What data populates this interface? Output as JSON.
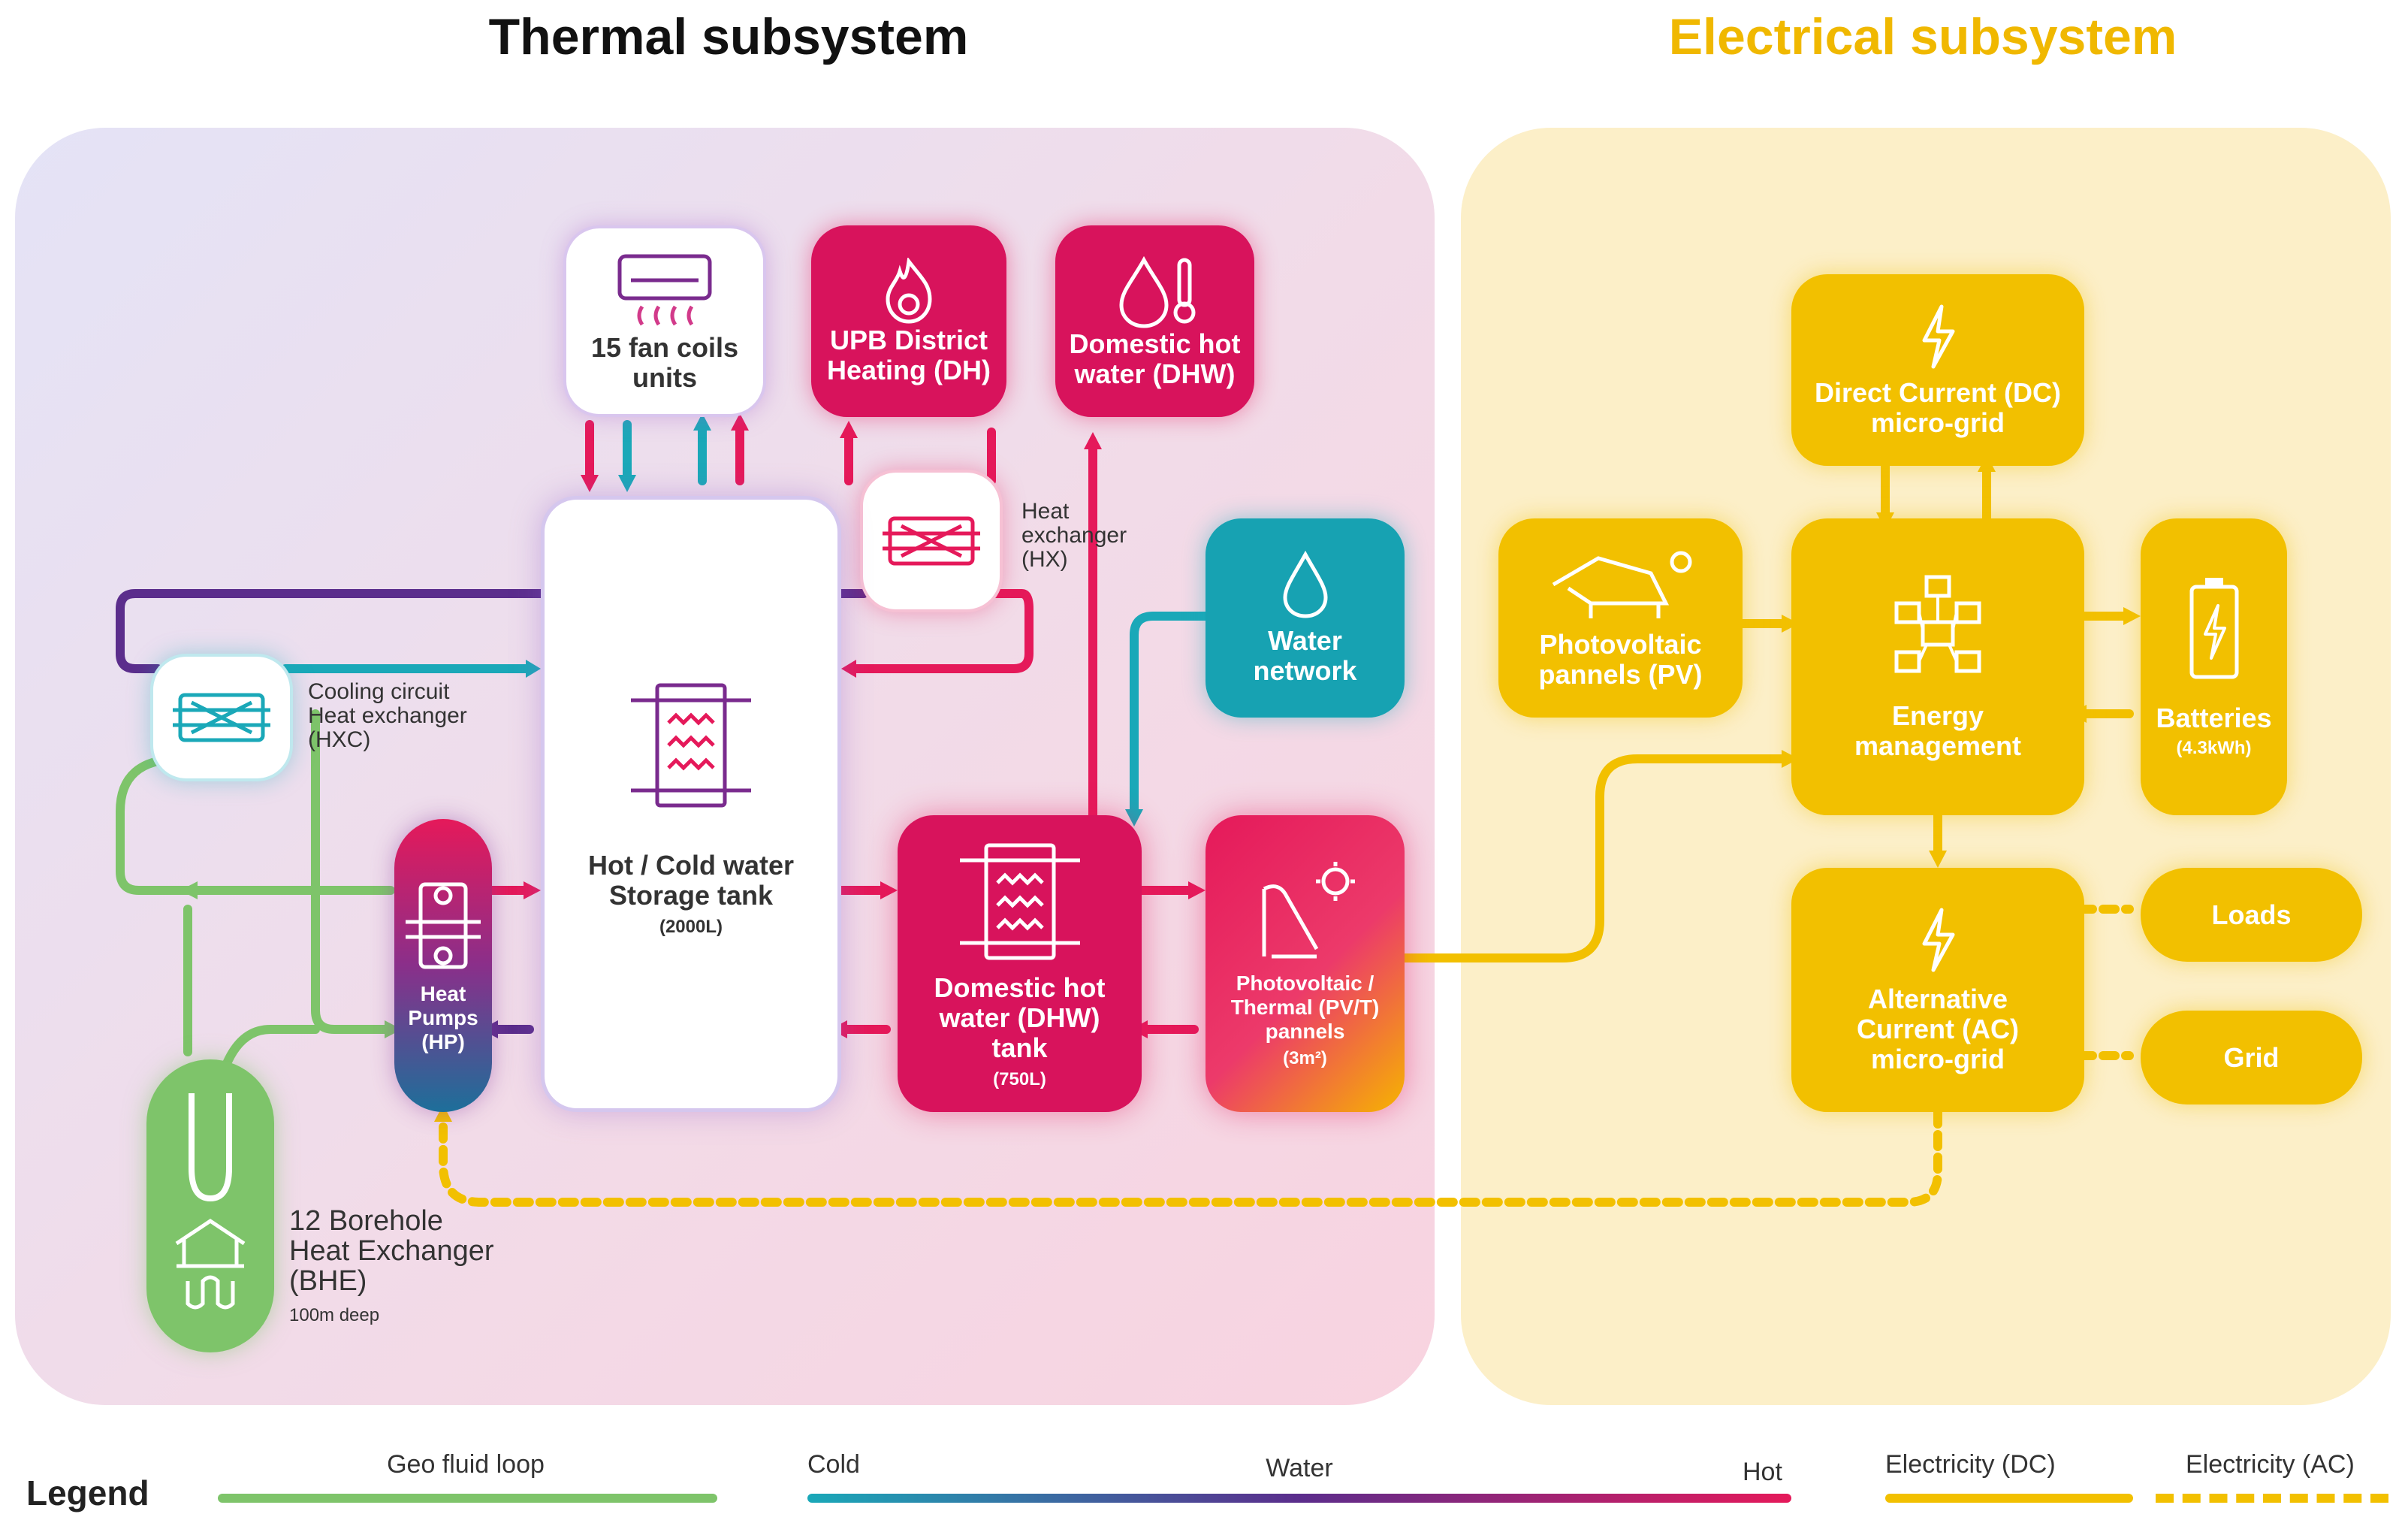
{
  "titles": {
    "thermal": "Thermal subsystem",
    "electrical": "Electrical subsystem"
  },
  "colors": {
    "thermal_title": "#111111",
    "electrical_title": "#f0b800",
    "hot": "#e5195a",
    "cold": "#1aa8b8",
    "purple": "#5b2d8c",
    "geo": "#7ec46a",
    "elec": "#f2c000",
    "elec_panel": "#fcefc8"
  },
  "thermal": {
    "fan_coils": {
      "label": "15 fan coils units"
    },
    "district": {
      "label": "UPB District Heating (DH)"
    },
    "dhw": {
      "label": "Domestic hot water (DHW)"
    },
    "hx": {
      "label": "Heat exchanger (HX)"
    },
    "hxc": {
      "label": "Cooling circuit Heat exchanger (HXC)"
    },
    "water_network": {
      "label": "Water network"
    },
    "storage": {
      "label": "Hot / Cold water Storage tank",
      "sub": "(2000L)"
    },
    "heat_pumps": {
      "label": "Heat Pumps (HP)"
    },
    "dhw_tank": {
      "label": "Domestic hot water (DHW) tank",
      "sub": "(750L)"
    },
    "pvt": {
      "label": "Photovoltaic / Thermal (PV/T) pannels",
      "sub": "(3m²)"
    },
    "bhe": {
      "label": "12 Borehole Heat Exchanger (BHE)",
      "sub": "100m deep"
    }
  },
  "electrical": {
    "dc_grid": {
      "label": "Direct Current (DC) micro-grid"
    },
    "pv": {
      "label": "Photovoltaic pannels (PV)"
    },
    "energy": {
      "label": "Energy management"
    },
    "batteries": {
      "label": "Batteries",
      "sub": "(4.3kWh)"
    },
    "ac_grid": {
      "label": "Alternative Current (AC) micro-grid"
    },
    "loads": {
      "label": "Loads"
    },
    "grid": {
      "label": "Grid"
    }
  },
  "legend": {
    "title": "Legend",
    "geo": "Geo fluid loop",
    "cold": "Cold",
    "water": "Water",
    "hot": "Hot",
    "elec_dc": "Electricity (DC)",
    "elec_ac": "Electricity (AC)"
  },
  "icons": [
    "fan-coil-icon",
    "flame-icon",
    "drop-thermometer-icon",
    "heat-exchanger-icon",
    "drop-icon",
    "tank-icon",
    "heat-pump-icon",
    "solar-collector-icon",
    "borehole-icon",
    "bolt-icon",
    "house-solar-icon",
    "network-icon",
    "battery-icon"
  ]
}
